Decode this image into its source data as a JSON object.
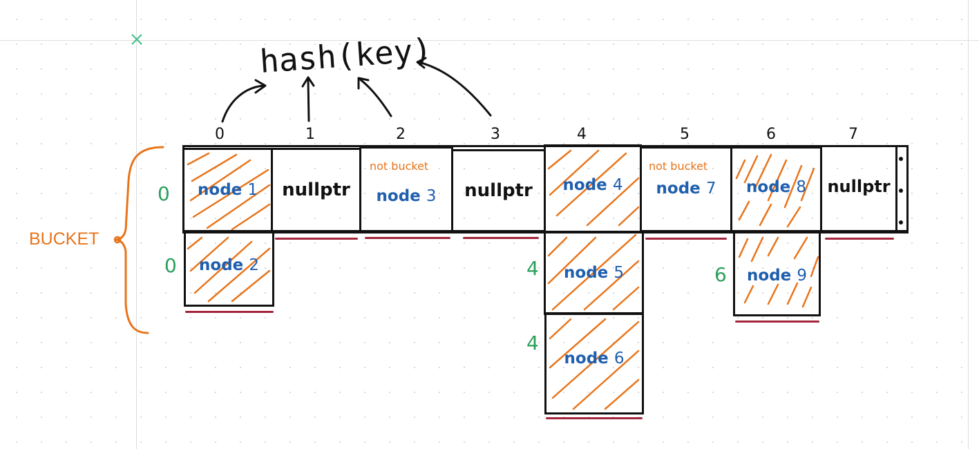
{
  "diagram": {
    "hash_expr": "hash(key)",
    "bucket_label": "BUCKET",
    "index_labels": [
      "0",
      "1",
      "2",
      "3",
      "4",
      "5",
      "6",
      "7"
    ],
    "top_row": [
      {
        "type": "node",
        "word": "node",
        "num": "1"
      },
      {
        "type": "null",
        "text": "nullptr"
      },
      {
        "type": "node",
        "word": "node",
        "num": "3",
        "note": "not bucket"
      },
      {
        "type": "null",
        "text": "nullptr"
      },
      {
        "type": "node",
        "word": "node",
        "num": "4"
      },
      {
        "type": "node",
        "word": "node",
        "num": "7",
        "note": "not bucket"
      },
      {
        "type": "node",
        "word": "node",
        "num": "8"
      },
      {
        "type": "null",
        "text": "nullptr"
      }
    ],
    "chained": [
      {
        "word": "node",
        "num": "2",
        "hash": "0"
      },
      {
        "word": "node",
        "num": "5",
        "hash": "4"
      },
      {
        "word": "node",
        "num": "6",
        "hash": "4"
      },
      {
        "word": "node",
        "num": "9",
        "hash": "6"
      }
    ],
    "hash_values": {
      "node1": "0"
    },
    "colors": {
      "ink": "#111111",
      "node_text": "#1f5fae",
      "orange": "#e8741a",
      "green": "#2aa05a",
      "underline": "#a3243b"
    }
  }
}
